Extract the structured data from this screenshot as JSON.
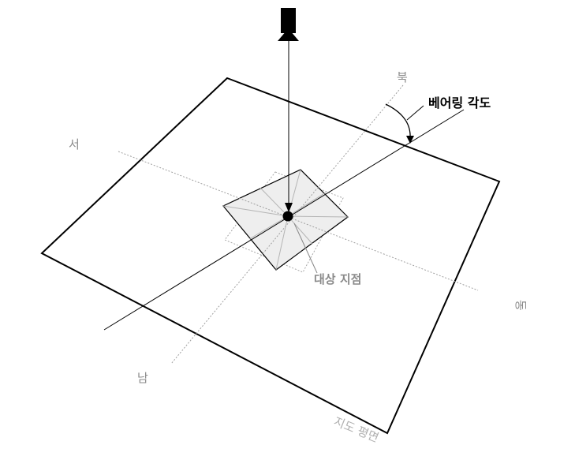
{
  "labels": {
    "north": "북",
    "south": "남",
    "east": "동",
    "west": "서",
    "bearing": "베어링 각도",
    "target": "대상 지점",
    "plane": "지도 평면"
  },
  "colors": {
    "stroke": "#000000",
    "guide": "#a0a0a0",
    "footprint_fill": "#eeeeee",
    "label_gray": "#8a8a8a"
  },
  "icons": {
    "camera": "camera-icon"
  }
}
